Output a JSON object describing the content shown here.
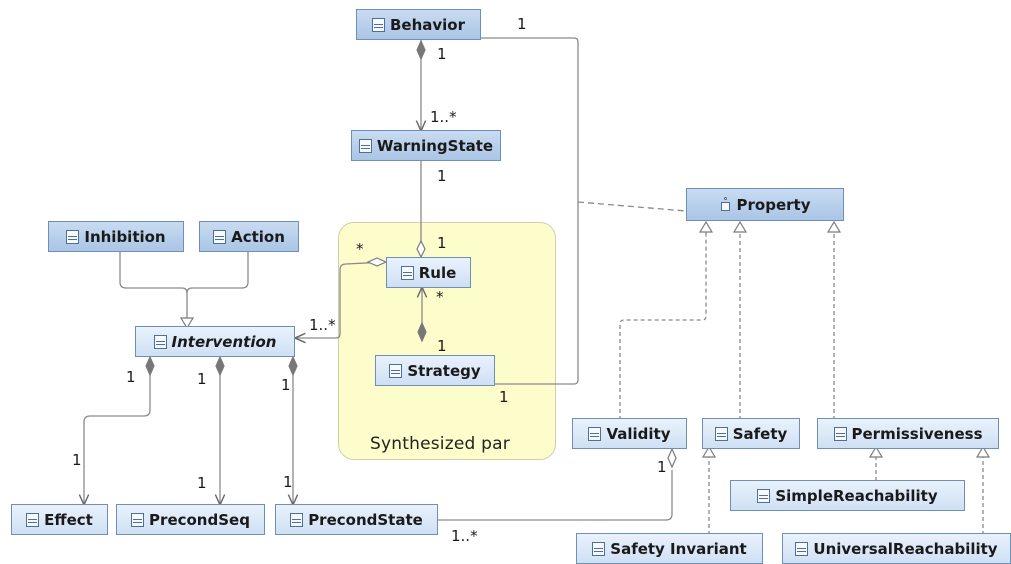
{
  "region": {
    "label": "Synthesized par"
  },
  "classes": {
    "behavior": "Behavior",
    "warning_state": "WarningState",
    "property": "Property",
    "inhibition": "Inhibition",
    "action": "Action",
    "rule": "Rule",
    "intervention": "Intervention",
    "strategy": "Strategy",
    "validity": "Validity",
    "safety": "Safety",
    "permissiveness": "Permissiveness",
    "simple_reachability": "SimpleReachability",
    "effect": "Effect",
    "precond_seq": "PrecondSeq",
    "precond_state": "PrecondState",
    "safety_invariant": "Safety Invariant",
    "universal_reachability": "UniversalReachability"
  },
  "multiplicities": {
    "behavior_to_strategy_top": "1",
    "behavior_composite": "1",
    "warningstate_target": "1..*",
    "warningstate_source": "1",
    "rule_from_warningstate": "1",
    "rule_self": "*",
    "rule_to_strategy": "*",
    "strategy_composite": "1",
    "intervention_target": "1..*",
    "strategy_bottom": "1",
    "intervention_effect_source": "1",
    "intervention_precondseq_source": "1",
    "intervention_precondstate_source": "1",
    "effect_target": "1",
    "precondseq_target": "1",
    "precondstate_target": "1",
    "validity_source": "1",
    "precondstate_many": "1..*"
  },
  "colors": {
    "line": "#8a8a8a",
    "class_border": "#6d8fb8",
    "region_fill": "#fdfdcc"
  }
}
